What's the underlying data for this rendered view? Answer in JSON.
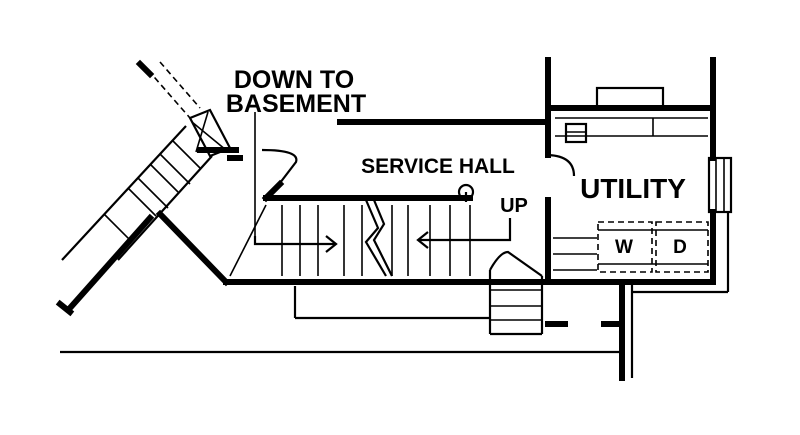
{
  "labels": {
    "down_to_basement_line1": "DOWN TO",
    "down_to_basement_line2": "BASEMENT",
    "service_hall": "SERVICE HALL",
    "up": "UP",
    "utility": "UTILITY",
    "washer": "W",
    "dryer": "D"
  },
  "colors": {
    "ink": "#000000",
    "paper": "#ffffff"
  }
}
